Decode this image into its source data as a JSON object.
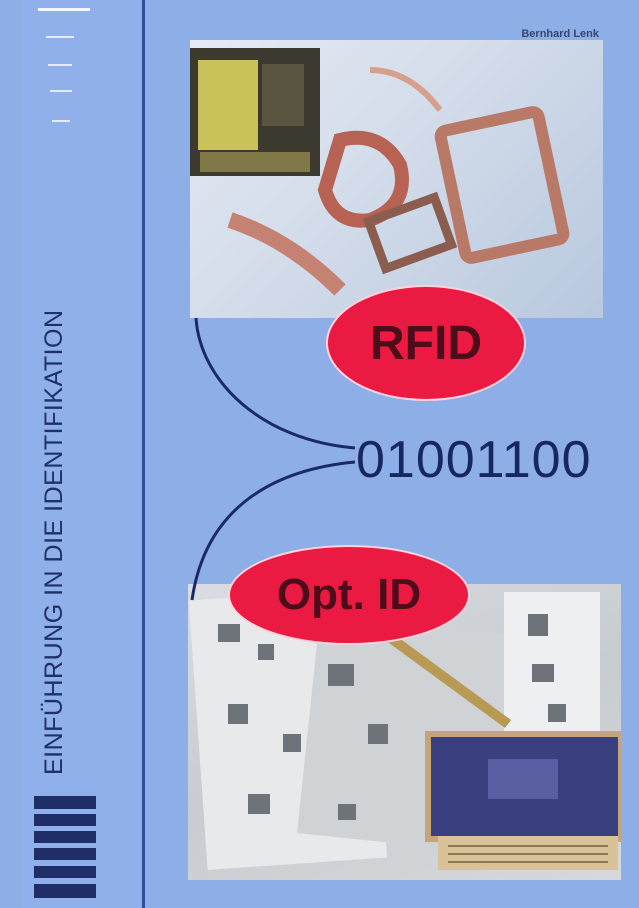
{
  "cover": {
    "author": "Bernhard Lenk",
    "spine_title": "EINFÜHRUNG IN DIE IDENTIFIKATION",
    "rfid_label": "RFID",
    "binary_code": "01001100",
    "optid_label": "Opt. ID"
  },
  "colors": {
    "background": "#8eaee8",
    "oval_red": "#ea1a43",
    "dark_blue": "#1f3168"
  }
}
